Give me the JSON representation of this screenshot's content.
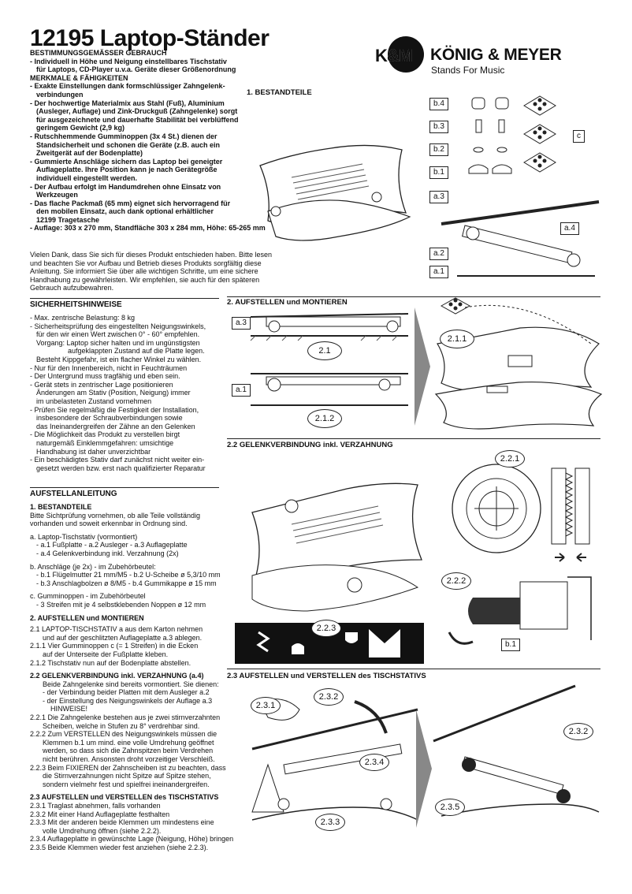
{
  "title": "12195 Laptop-Ständer",
  "brand": {
    "logo_text": "K&M",
    "name": "KÖNIG & MEYER",
    "tagline": "Stands For Music"
  },
  "intended_use": {
    "heading": "BESTIMMUNGSGEMÄSSER GEBRAUCH",
    "lines": [
      "- Individuell in Höhe und Neigung einstellbares Tischstativ",
      "  für Laptops, CD-Player u.v.a. Geräte dieser Größenordnung"
    ]
  },
  "features": {
    "heading": "MERKMALE & FÄHIGKEITEN",
    "items": [
      "- Exakte Einstellungen dank formschlüssiger Zahngelenk-",
      "  verbindungen",
      "- Der hochwertige Materialmix aus Stahl (Fuß), Aluminium",
      "  (Ausleger, Auflage) und Zink-Druckguß (Zahngelenke) sorgt",
      "  für ausgezeichnete und dauerhafte Stabilität bei verblüffend",
      "  geringem Gewicht (2,9 kg)",
      "- Rutschhemmende Gumminoppen (3x 4 St.) dienen der",
      "  Standsicherheit und schonen die Geräte (z.B. auch ein",
      "  Zweitgerät auf der Bodenplatte)",
      "- Gummierte Anschläge sichern das Laptop bei geneigter",
      "  Auflageplatte. Ihre Position kann je nach Gerätegröße",
      "  individuell eingestellt werden.",
      "- Der Aufbau erfolgt im Handumdrehen ohne Einsatz von",
      "  Werkzeugen",
      "- Das flache Packmaß (65 mm) eignet sich hervorragend für",
      "  den mobilen Einsatz, auch dank optional erhältlicher",
      "  12199 Tragetasche",
      "- Auflage: 303 x 270 mm, Standfläche 303 x 284 mm, Höhe: 65-265 mm"
    ]
  },
  "intro_lines": [
    "Vielen Dank, dass Sie sich für dieses Produkt entschieden haben. Bitte lesen",
    "und beachten Sie vor Aufbau und Betrieb dieses Produkts sorgfältig diese",
    "Anleitung. Sie informiert Sie über alle wichtigen Schritte, um eine sichere",
    "Handhabung zu gewährleisten. Wir empfehlen, sie auch für den späteren",
    "Gebrauch aufzubewahren."
  ],
  "safety": {
    "heading": "SICHERHEITSHINWEISE",
    "lines": [
      "- Max. zentrische Belastung: 8 kg",
      "- Sicherheitsprüfung des eingestellten Neigungswinkels,",
      "  für den wir einen Wert zwischen 0° - 60° empfehlen.",
      "  Vorgang: Laptop sicher halten und im ungünstigsten",
      "           aufgeklappten Zustand auf die Platte legen.",
      "  Besteht Kippgefahr, ist ein flacher Winkel zu wählen.",
      "- Nur für den Innenbereich, nicht in Feuchträumen",
      "- Der Untergrund muss tragfähig und eben sein.",
      "- Gerät stets in zentrischer Lage positionieren",
      "  Änderungen am Stativ (Position, Neigung) immer",
      "  im unbelasteten Zustand vornehmen",
      "- Prüfen Sie regelmäßig die Festigkeit der Installation,",
      "  insbesondere der Schraubverbindungen sowie",
      "  das Ineinandergreifen der Zähne an den Gelenken",
      "- Die Möglichkeit das Produkt zu verstellen birgt",
      "  naturgemäß Einklemmgefahren: umsichtige",
      "  Handhabung ist daher unverzichtbar",
      "- Ein beschädigtes Stativ darf zunächst nicht weiter ein-",
      "  gesetzt werden bzw. erst nach qualifizierter Reparatur"
    ]
  },
  "assembly": {
    "heading": "AUFSTELLANLEITUNG",
    "s1_head": "1. BESTANDTEILE",
    "s1_lines": [
      "Bitte Sichtprüfung vornehmen, ob alle Teile vollständig",
      "vorhanden und soweit erkennbar in Ordnung sind."
    ],
    "a_head": "a. Laptop-Tischstativ (vormontiert)",
    "a_lines": [
      "- a.1 Fußplatte - a.2 Ausleger - a.3 Auflageplatte",
      "- a.4 Gelenkverbindung inkl. Verzahnung (2x)"
    ],
    "b_head": "b. Anschläge (je 2x) - im Zubehörbeutel:",
    "b_lines": [
      "- b.1 Flügelmutter 21 mm/M5 - b.2 U-Scheibe ø 5,3/10 mm",
      "- b.3 Anschlagbolzen ø 8/M5 - b.4 Gummikappe ø 15 mm"
    ],
    "c_head": "c. Gumminoppen - im Zubehörbeutel",
    "c_lines": [
      "- 3 Streifen mit je 4 selbstklebenden Noppen ø 12 mm"
    ],
    "s2_head": "2. AUFSTELLEN und MONTIEREN",
    "s2_lines": [
      "2.1 LAPTOP-TISCHSTATIV a aus dem Karton nehmen",
      "     und auf der geschlitzten Auflageplatte a.3 ablegen.",
      "2.1.1 Vier Gumminoppen c (= 1 Streifen) in die Ecken",
      "     auf der Unterseite der Fußplatte kleben.",
      "2.1.2 Tischstativ nun auf der Bodenplatte abstellen."
    ],
    "s22_head": "2.2 GELENKVERBINDUNG inkl. VERZAHNUNG (a.4)",
    "s22_lines": [
      "     Beide Zahngelenke sind bereits vormontiert. Sie dienen:",
      "     - der Verbindung beider Platten mit dem Ausleger a.2",
      "     - der Einstellung des Neigungswinkels der Auflage a.3",
      "       HINWEISE!",
      "2.2.1 Die Zahngelenke bestehen aus je zwei stirnverzahnten",
      "     Scheiben, welche in Stufen zu 8° verdrehbar sind.",
      "2.2.2 Zum VERSTELLEN des Neigungswinkels müssen die",
      "     Klemmen b.1 um mind. eine volle Umdrehung geöffnet",
      "     werden, so dass sich die Zahnspitzen beim Verdrehen",
      "     nicht berühren. Ansonsten droht vorzeitiger Verschleiß.",
      "2.2.3 Beim FIXIEREN der Zahnscheiben ist zu beachten, dass",
      "     die Stirnverzahnungen nicht Spitze auf Spitze stehen,",
      "     sondern vielmehr fest und spielfrei ineinandergreifen."
    ],
    "s23_head": "2.3 AUFSTELLEN und VERSTELLEN des TISCHSTATIVS",
    "s23_lines": [
      "2.3.1 Traglast abnehmen, falls vorhanden",
      "2.3.2 Mit einer Hand Auflageplatte festhalten",
      "2.3.3 Mit der anderen beide Klemmen um mindestens eine",
      "     volle Umdrehung öffnen (siehe 2.2.2).",
      "2.3.4 Auflageplatte in gewünschte Lage (Neigung, Höhe) bringen",
      "2.3.5 Beide Klemmen wieder fest anziehen (siehe 2.2.3)."
    ]
  },
  "figures": {
    "fig1_title": "1. BESTANDTEILE",
    "fig2_title": "2. AUFSTELLEN und MONTIEREN",
    "fig22_title": "2.2 GELENKVERBINDUNG inkl. VERZAHNUNG",
    "fig23_title": "2.3 AUFSTELLEN und VERSTELLEN des TISCHSTATIVS",
    "labels": {
      "b4": "b.4",
      "b3": "b.3",
      "b2": "b.2",
      "b1": "b.1",
      "c": "c",
      "a3": "a.3",
      "a4": "a.4",
      "a2": "a.2",
      "a1": "a.1",
      "f21": "2.1",
      "f211": "2.1.1",
      "f212": "2.1.2",
      "f221": "2.2.1",
      "f222": "2.2.2",
      "f223": "2.2.3",
      "f231": "2.3.1",
      "f232": "2.3.2",
      "f233": "2.3.3",
      "f234": "2.3.4",
      "f235": "2.3.5"
    }
  }
}
